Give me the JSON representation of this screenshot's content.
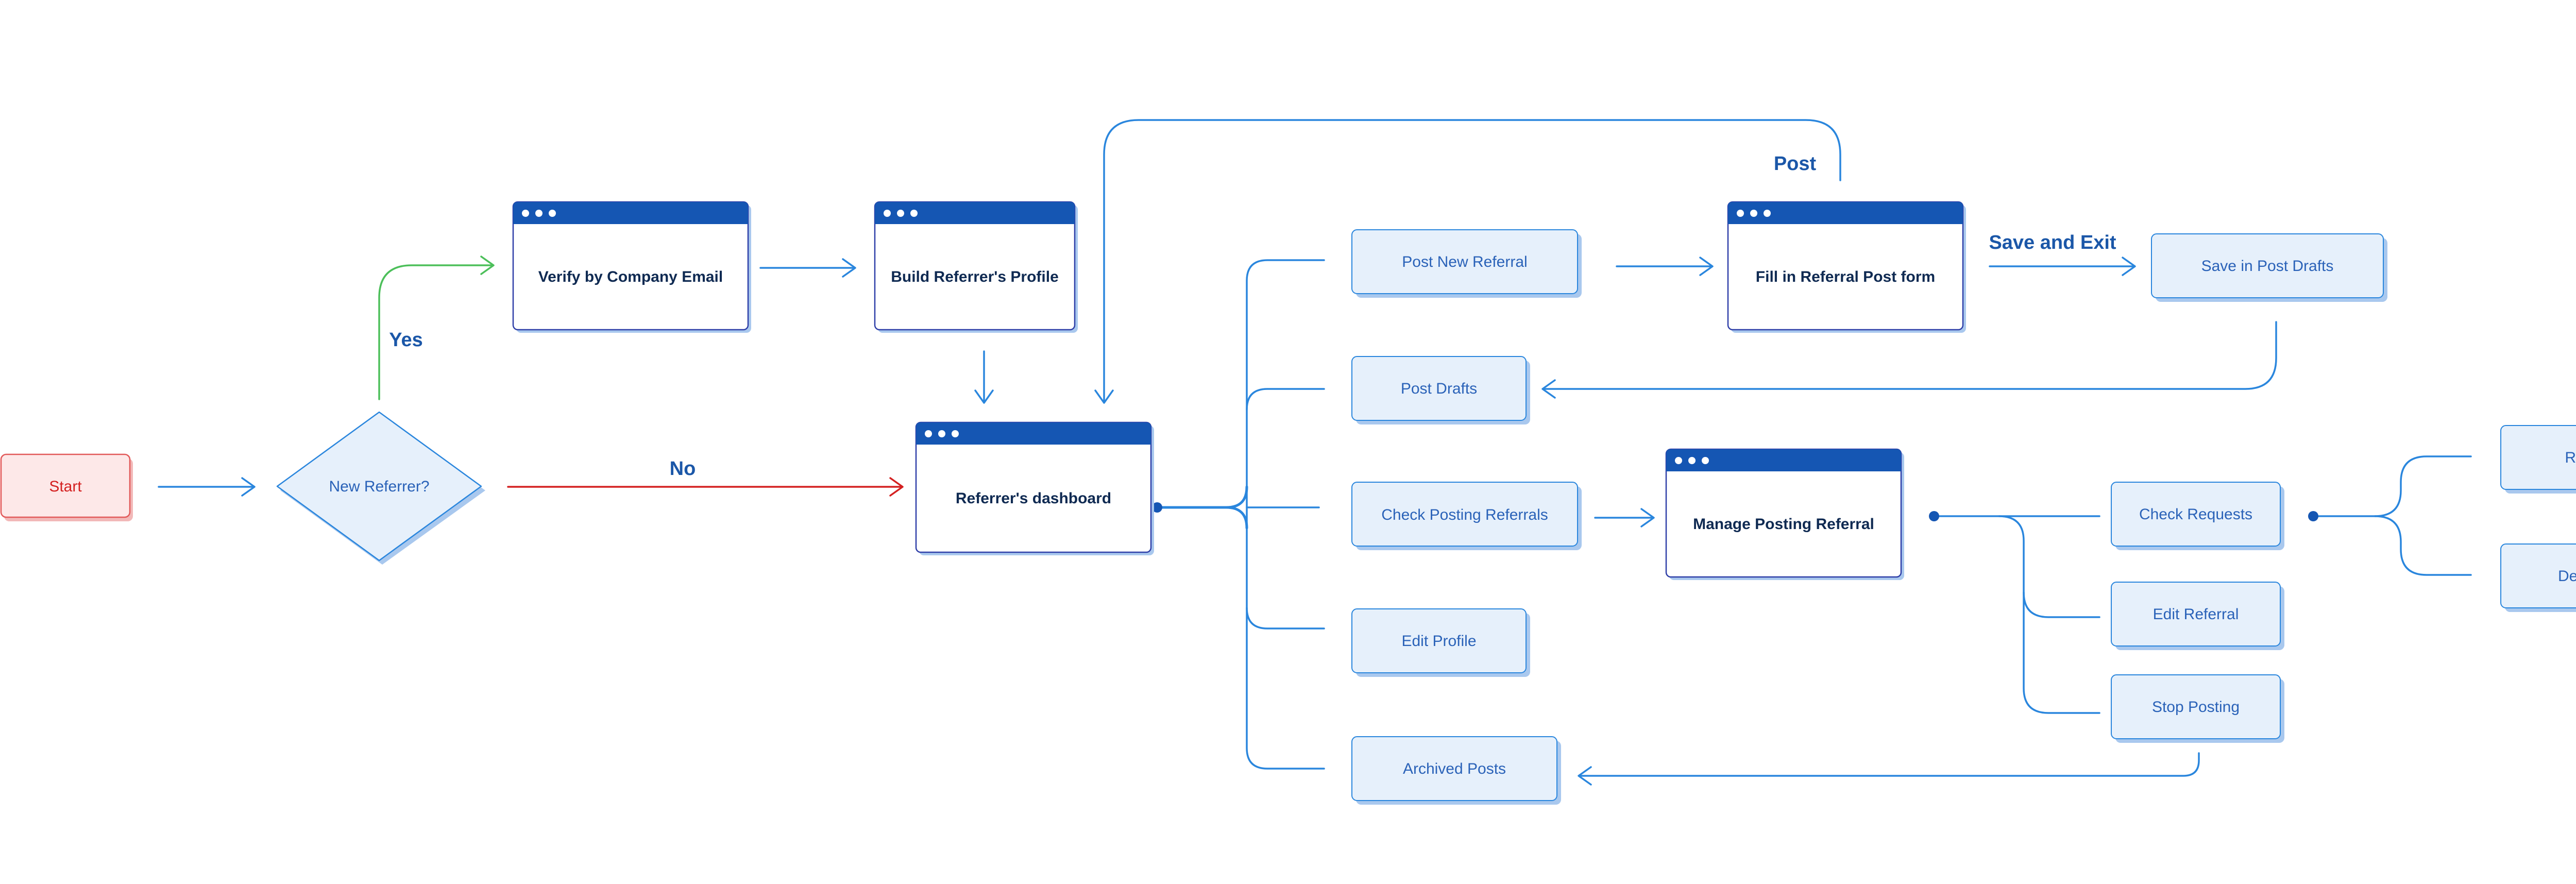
{
  "colors": {
    "blue": "#2a86dd",
    "dark_blue": "#1556b3",
    "node_fill": "#e6f0fb",
    "node_shadow": "#a9c8ee",
    "node_text": "#2a62b8",
    "window_border": "#2f3fa8",
    "window_text": "#0f2a52",
    "label_text": "#1b57a8",
    "green": "#4cbf5a",
    "red": "#d42020",
    "start_fill": "#fde8e8",
    "start_stroke": "#e25a5a",
    "start_shadow": "#f2b8b8",
    "start_text": "#d42020"
  },
  "nodes": {
    "start": "Start",
    "decision": "New Referrer?",
    "verify_email": "Verify by Company Email",
    "build_profile": "Build Referrer's Profile",
    "dashboard": "Referrer's dashboard",
    "post_new_referral": "Post New Referral",
    "fill_form": "Fill in Referral Post form",
    "save_drafts": "Save in Post Drafts",
    "post_drafts": "Post Drafts",
    "check_posting": "Check Posting Referrals",
    "manage_posting": "Manage Posting Referral",
    "check_requests": "Check Requests",
    "refer": "Refer",
    "decline": "Decline",
    "edit_referral": "Edit Referral",
    "stop_posting": "Stop Posting",
    "edit_profile": "Edit Profile",
    "archived_posts": "Archived Posts"
  },
  "edge_labels": {
    "yes": "Yes",
    "no": "No",
    "post": "Post",
    "save_exit": "Save and Exit"
  }
}
